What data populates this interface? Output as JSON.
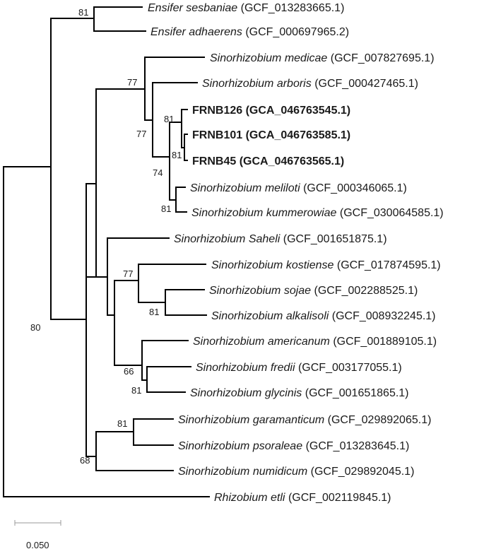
{
  "taxa": [
    {
      "id": "t1",
      "species": "Ensifer sesbaniae",
      "accession": "(GCF_013283665.1)",
      "italic": true
    },
    {
      "id": "t2",
      "species": "Ensifer adhaerens",
      "accession": "(GCF_000697965.2)",
      "italic": true
    },
    {
      "id": "t3",
      "species": "Sinorhizobium medicae",
      "accession": "(GCF_007827695.1)",
      "italic": true
    },
    {
      "id": "t4",
      "species": "Sinorhizobium arboris",
      "accession": "(GCF_000427465.1)",
      "italic": true
    },
    {
      "id": "t5",
      "species": "FRNB126",
      "accession": "(GCA_046763545.1)",
      "italic": false,
      "bold": true
    },
    {
      "id": "t6",
      "species": "FRNB101",
      "accession": "(GCA_046763585.1)",
      "italic": false,
      "bold": true
    },
    {
      "id": "t7",
      "species": "FRNB45",
      "accession": "(GCA_046763565.1)",
      "italic": false,
      "bold": true
    },
    {
      "id": "t8",
      "species": "Sinorhizobium meliloti",
      "accession": "(GCF_000346065.1)",
      "italic": true
    },
    {
      "id": "t9",
      "species": "Sinorhizobium kummerowiae",
      "accession": "(GCF_030064585.1)",
      "italic": true
    },
    {
      "id": "t10",
      "species": "Sinorhizobium Saheli",
      "accession": "(GCF_001651875.1)",
      "italic": true
    },
    {
      "id": "t11",
      "species": "Sinorhizobium kostiense",
      "accession": "(GCF_017874595.1)",
      "italic": true
    },
    {
      "id": "t12",
      "species": "Sinorhizobium sojae",
      "accession": "(GCF_002288525.1)",
      "italic": true
    },
    {
      "id": "t13",
      "species": "Sinorhizobium alkalisoli",
      "accession": "(GCF_008932245.1)",
      "italic": true
    },
    {
      "id": "t14",
      "species": "Sinorhizobium americanum",
      "accession": "(GCF_001889105.1)",
      "italic": true
    },
    {
      "id": "t15",
      "species": "Sinorhizobium fredii",
      "accession": "(GCF_003177055.1)",
      "italic": true
    },
    {
      "id": "t16",
      "species": "Sinorhizobium glycinis",
      "accession": "(GCF_001651865.1)",
      "italic": true
    },
    {
      "id": "t17",
      "species": "Sinorhizobium garamanticum",
      "accession": "(GCF_029892065.1)",
      "italic": true
    },
    {
      "id": "t18",
      "species": "Sinorhizobium psoraleae",
      "accession": "(GCF_013283645.1)",
      "italic": true
    },
    {
      "id": "t19",
      "species": "Sinorhizobium numidicum",
      "accession": "(GCF_029892045.1)",
      "italic": true
    },
    {
      "id": "t20",
      "species": "Rhizobium etli",
      "accession": "(GCF_002119845.1)",
      "italic": true
    }
  ],
  "support_values": {
    "n_ensifer": "81",
    "n_medicae_group": "77",
    "n_arboris_group": "77",
    "n_frnb": "81",
    "n_frnb_101_45": "81",
    "n_meliloti_group": "74",
    "n_meliloti_kumm": "81",
    "n_main": "80",
    "n_kostiense_group": "77",
    "n_sojae_alk": "81",
    "n_americanum_group": "66",
    "n_fredii_glycinis": "81",
    "n_garamanticum_group": "68",
    "n_gara_psor": "81"
  },
  "scale_bar": {
    "label": "0.050"
  }
}
